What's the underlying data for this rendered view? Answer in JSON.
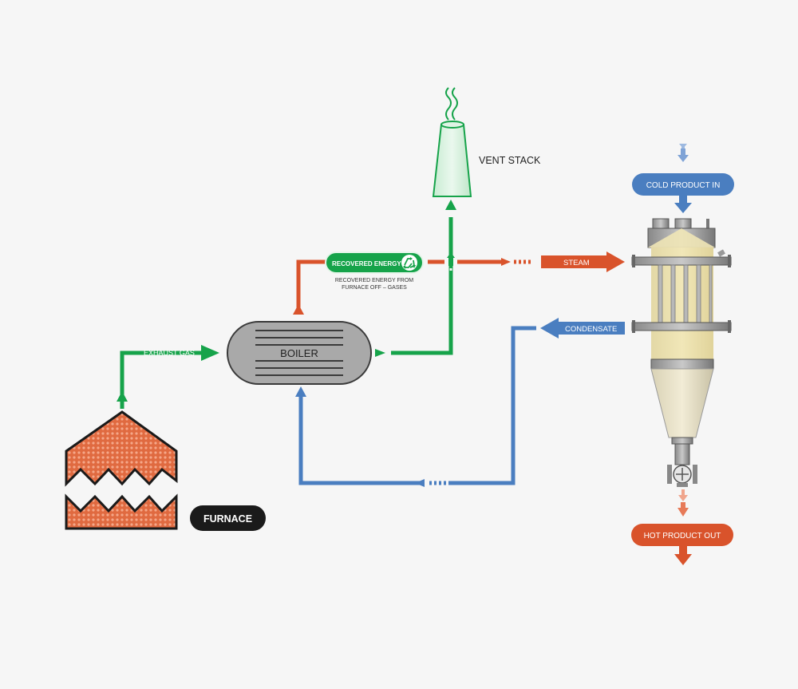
{
  "labels": {
    "vent_stack": "VENT STACK",
    "cold_product_in": "COLD PRODUCT IN",
    "recovered_energy": "RECOVERED ENERGY",
    "recovered_note_line1": "RECOVERED ENERGY FROM",
    "recovered_note_line2": "FURNACE OFF – GASES",
    "steam": "STEAM",
    "condensate": "CONDENSATE",
    "boiler": "BOILER",
    "exhaust_gas": "EXHAUST GAS",
    "hot_product_out": "HOT PRODUCT OUT",
    "furnace": "FURNACE"
  },
  "colors": {
    "green": "#16a34a",
    "orange": "#d9532b",
    "blue": "#4a7ec0",
    "black_pill": "#1a1a1a",
    "background": "#f6f6f6"
  },
  "icons": {
    "recycle": "recycle-icon",
    "valve": "valve-icon"
  }
}
